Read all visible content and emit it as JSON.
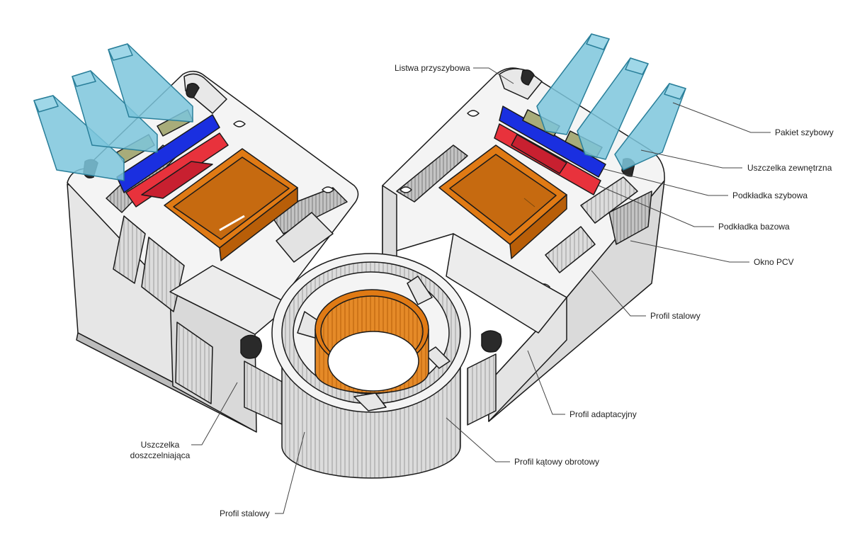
{
  "colors": {
    "glass": "#7cc6dc",
    "glass_edge": "#2a7f9a",
    "gasket_blue": "#1a2fe0",
    "gasket_red": "#e8323c",
    "steel_orange": "#e07a14",
    "steel_orange_dark": "#b85e08",
    "spacer": "#a8ac7a",
    "pvc_light": "#f2f2f2",
    "pvc_mid": "#d6d6d6",
    "pvc_dark": "#a5a5a5",
    "outline": "#1a1a1a"
  },
  "labels": {
    "listwa": "Listwa przyszybowa",
    "pakiet": "Pakiet szybowy",
    "uszczelka_zew": "Uszczelka zewnętrzna",
    "podkladka_szybowa": "Podkładka szybowa",
    "podkladka_bazowa": "Podkładka bazowa",
    "okno": "Okno PCV",
    "profil_stalowy_r": "Profil stalowy",
    "profil_adaptacyjny": "Profil adaptacyjny",
    "profil_katowy": "Profil kątowy obrotowy",
    "profil_stalowy_b": "Profil stalowy",
    "uszczelka_dosz_1": "Uszczelka",
    "uszczelka_dosz_2": "doszczelniająca"
  }
}
